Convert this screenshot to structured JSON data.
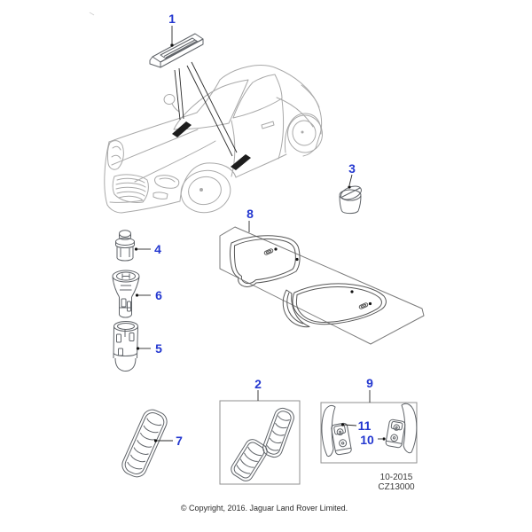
{
  "diagram": {
    "accent_color": "#2438d0",
    "callouts": [
      {
        "label": "1"
      },
      {
        "label": "2"
      },
      {
        "label": "3"
      },
      {
        "label": "4"
      },
      {
        "label": "5"
      },
      {
        "label": "6"
      },
      {
        "label": "7"
      },
      {
        "label": "8"
      },
      {
        "label": "9"
      },
      {
        "label": "10"
      },
      {
        "label": "11"
      }
    ],
    "doc_code": {
      "date": "10-2015",
      "code": "CZ13000"
    },
    "footer": {
      "copyright": "© Copyright, 2016. Jaguar Land Rover Limited."
    },
    "illustrations": [
      "car-with-sill-plates",
      "sill-tread-plate",
      "pedal-covers",
      "storage-cup",
      "lighter-element",
      "power-socket",
      "socket-housing",
      "air-vent",
      "floor-mat-set",
      "paddle-shifters"
    ]
  }
}
